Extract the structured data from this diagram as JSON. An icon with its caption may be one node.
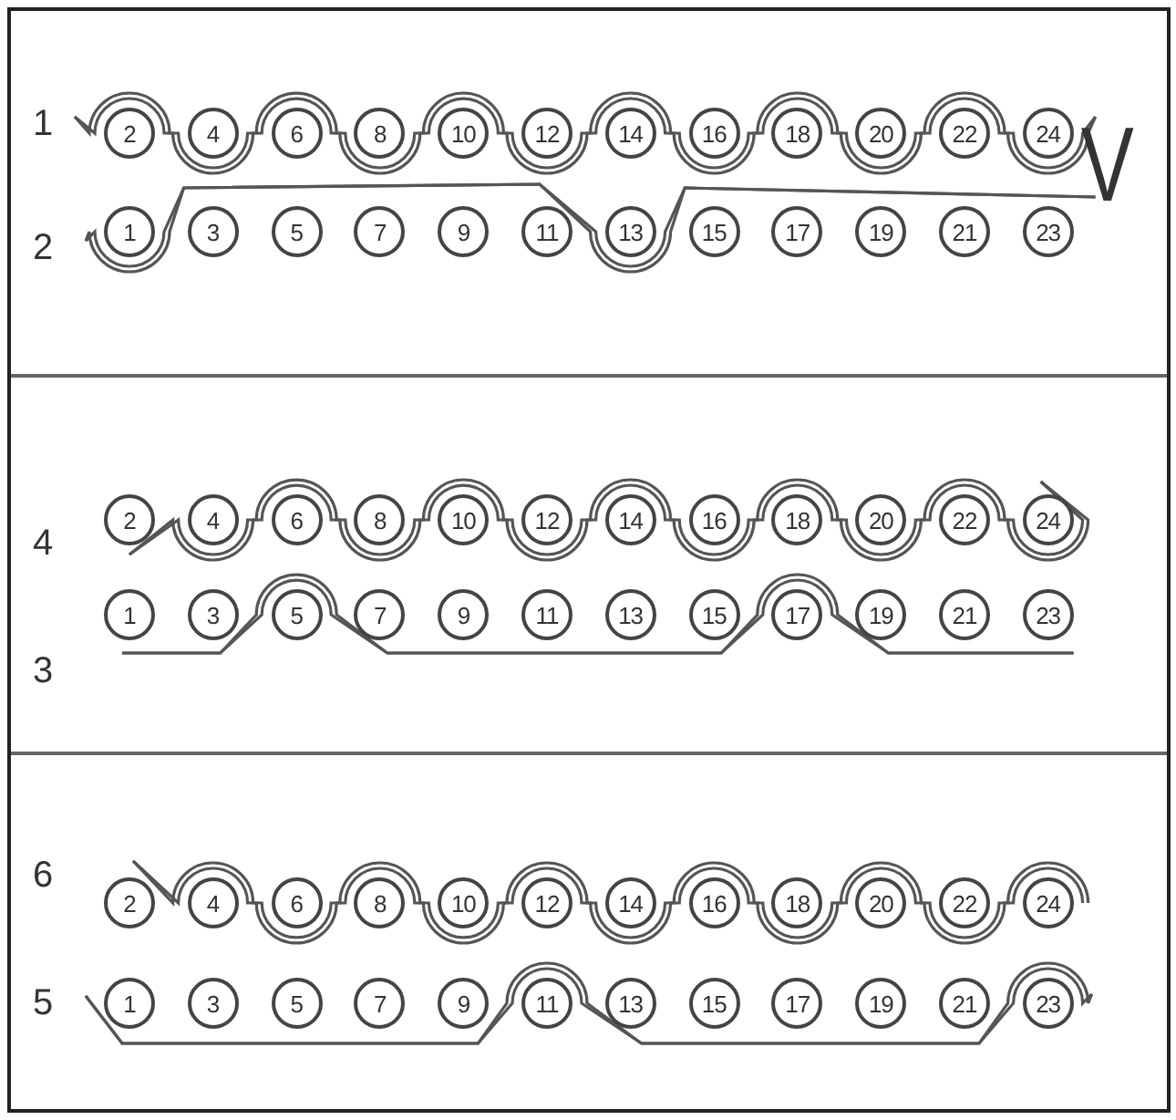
{
  "diagram": {
    "nodes": [
      {
        "text": [
          "2"
        ]
      },
      {
        "text": [
          "4"
        ]
      },
      {
        "text": [
          "6"
        ]
      },
      {
        "text": [
          "8"
        ]
      },
      {
        "text": [
          "10"
        ]
      },
      {
        "text": [
          "12"
        ]
      },
      {
        "text": [
          "14"
        ]
      },
      {
        "text": [
          "16"
        ]
      },
      {
        "text": [
          "18"
        ]
      },
      {
        "text": [
          "20"
        ]
      },
      {
        "text": [
          "22"
        ]
      },
      {
        "text": [
          "24"
        ]
      },
      {
        "text": [
          "1"
        ]
      },
      {
        "text": [
          "3"
        ]
      },
      {
        "text": [
          "5"
        ]
      },
      {
        "text": [
          "7"
        ]
      },
      {
        "text": [
          "9"
        ]
      },
      {
        "text": [
          "11"
        ]
      },
      {
        "text": [
          "13"
        ]
      },
      {
        "text": [
          "15"
        ]
      },
      {
        "text": [
          "17"
        ]
      },
      {
        "text": [
          "19"
        ]
      },
      {
        "text": [
          "21"
        ]
      },
      {
        "text": [
          "23"
        ]
      },
      {
        "text": [
          "2"
        ]
      },
      {
        "text": [
          "4"
        ]
      },
      {
        "text": [
          "6"
        ]
      },
      {
        "text": [
          "8"
        ]
      },
      {
        "text": [
          "10"
        ]
      },
      {
        "text": [
          "12"
        ]
      },
      {
        "text": [
          "14"
        ]
      },
      {
        "text": [
          "16"
        ]
      },
      {
        "text": [
          "18"
        ]
      },
      {
        "text": [
          "20"
        ]
      },
      {
        "text": [
          "22"
        ]
      },
      {
        "text": [
          "24"
        ]
      },
      {
        "text": [
          "1"
        ]
      },
      {
        "text": [
          "3"
        ]
      },
      {
        "text": [
          "5"
        ]
      },
      {
        "text": [
          "7"
        ]
      },
      {
        "text": [
          "9"
        ]
      },
      {
        "text": [
          "11"
        ]
      },
      {
        "text": [
          "13"
        ]
      },
      {
        "text": [
          "15"
        ]
      },
      {
        "text": [
          "17"
        ]
      },
      {
        "text": [
          "19"
        ]
      },
      {
        "text": [
          "21"
        ]
      },
      {
        "text": [
          "23"
        ]
      },
      {
        "text": [
          "2"
        ]
      },
      {
        "text": [
          "4"
        ]
      },
      {
        "text": [
          "6"
        ]
      },
      {
        "text": [
          "8"
        ]
      },
      {
        "text": [
          "10"
        ]
      },
      {
        "text": [
          "12"
        ]
      },
      {
        "text": [
          "14"
        ]
      },
      {
        "text": [
          "16"
        ]
      },
      {
        "text": [
          "18"
        ]
      },
      {
        "text": [
          "20"
        ]
      },
      {
        "text": [
          "22"
        ]
      },
      {
        "text": [
          "24"
        ]
      },
      {
        "text": [
          "1"
        ]
      },
      {
        "text": [
          "3"
        ]
      },
      {
        "text": [
          "5"
        ]
      },
      {
        "text": [
          "7"
        ]
      },
      {
        "text": [
          "9"
        ]
      },
      {
        "text": [
          "11"
        ]
      },
      {
        "text": [
          "13"
        ]
      },
      {
        "text": [
          "15"
        ]
      },
      {
        "text": [
          "17"
        ]
      },
      {
        "text": [
          "19"
        ]
      },
      {
        "text": [
          "21"
        ]
      },
      {
        "text": [
          "23"
        ]
      }
    ],
    "labels": [
      "1",
      "2",
      "V",
      "4",
      "3",
      "6",
      "5"
    ]
  }
}
